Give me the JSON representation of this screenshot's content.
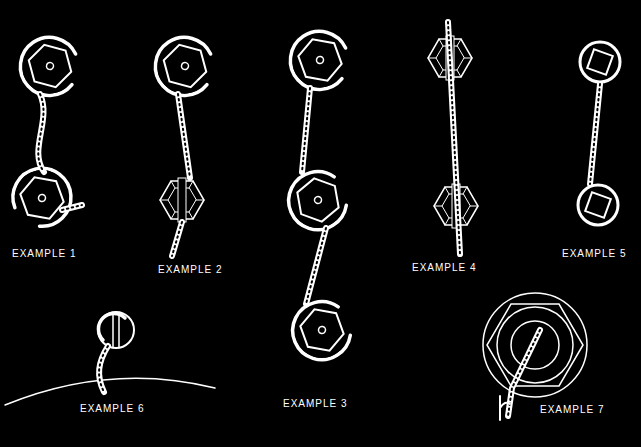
{
  "diagram": {
    "labels": [
      "EXAMPLE 1",
      "EXAMPLE 2",
      "EXAMPLE 4",
      "EXAMPLE 5",
      "EXAMPLE 6",
      "EXAMPLE 3",
      "EXAMPLE 7"
    ]
  }
}
